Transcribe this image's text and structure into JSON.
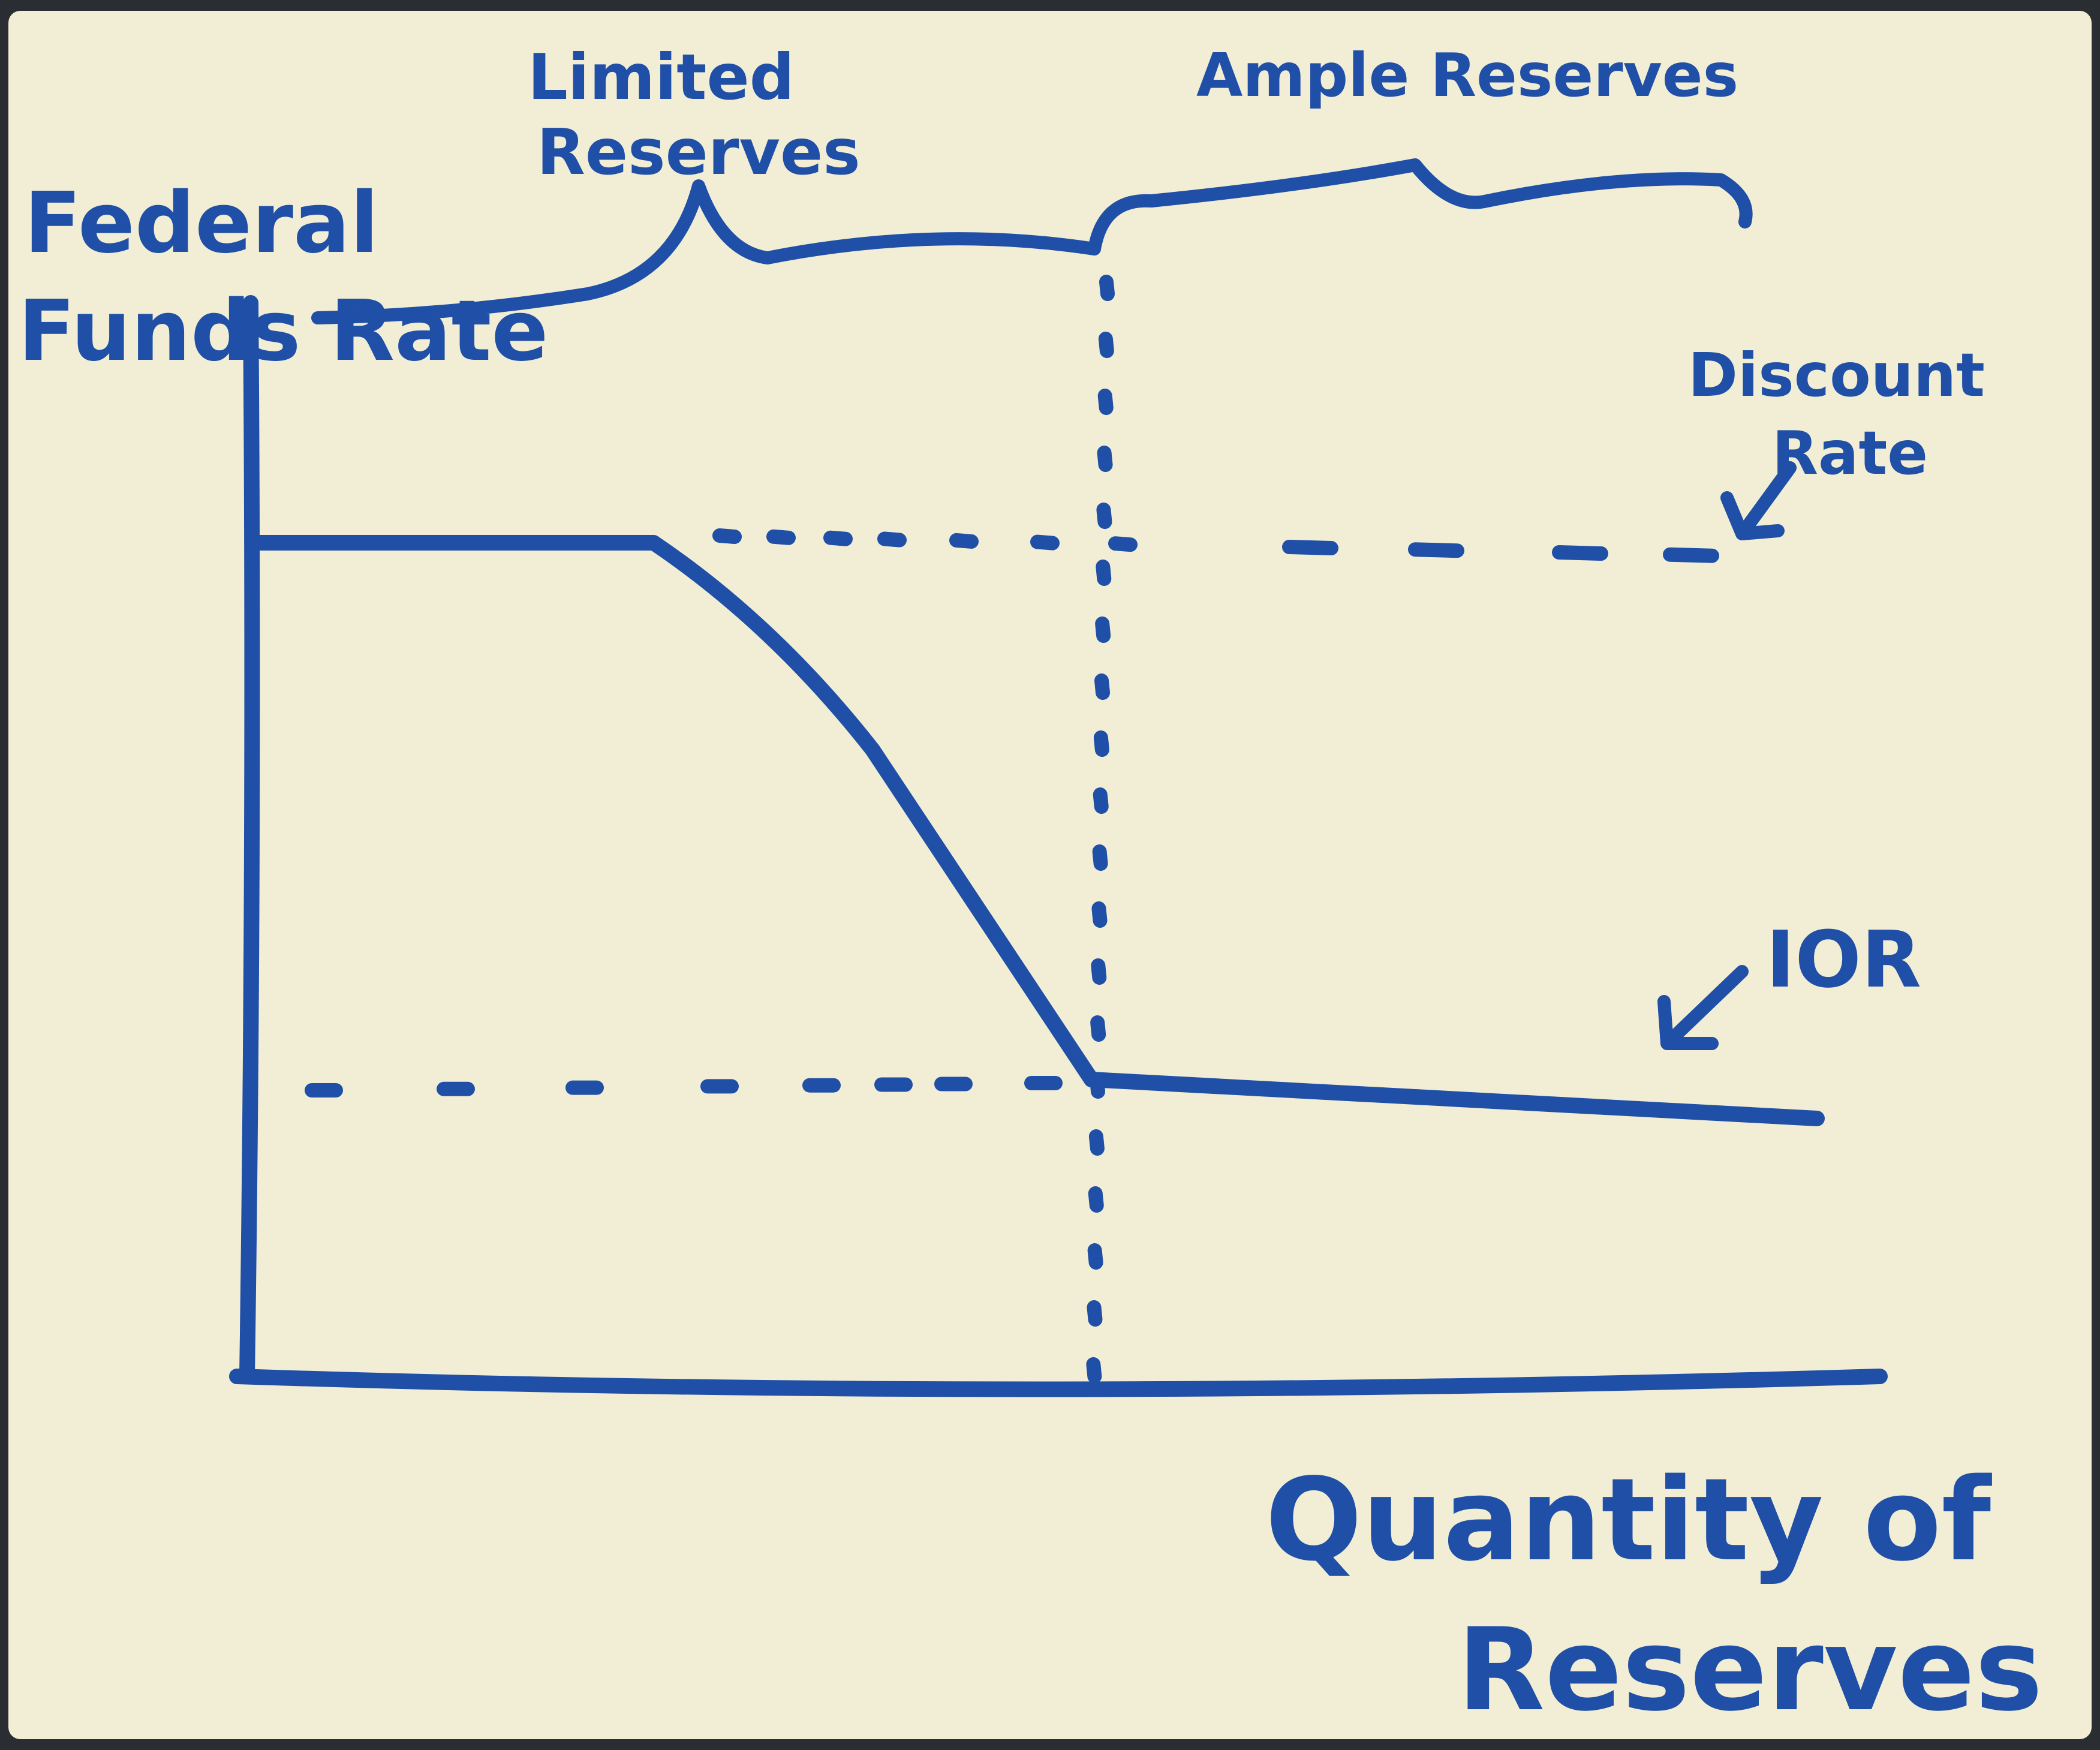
{
  "board": {
    "frame_color": "#2a2e33",
    "surface_color": "#f2eed6",
    "marker_color": "#1f4fa6"
  },
  "labels": {
    "y_axis": [
      "Federal",
      "Funds Rate"
    ],
    "x_axis": [
      "Quantity of",
      "Reserves"
    ],
    "limited_reserves": [
      "Limited",
      "Reserves"
    ],
    "ample_reserves": "Ample Reserves",
    "discount_rate": [
      "Discount",
      "Rate"
    ],
    "ior": "IOR"
  }
}
